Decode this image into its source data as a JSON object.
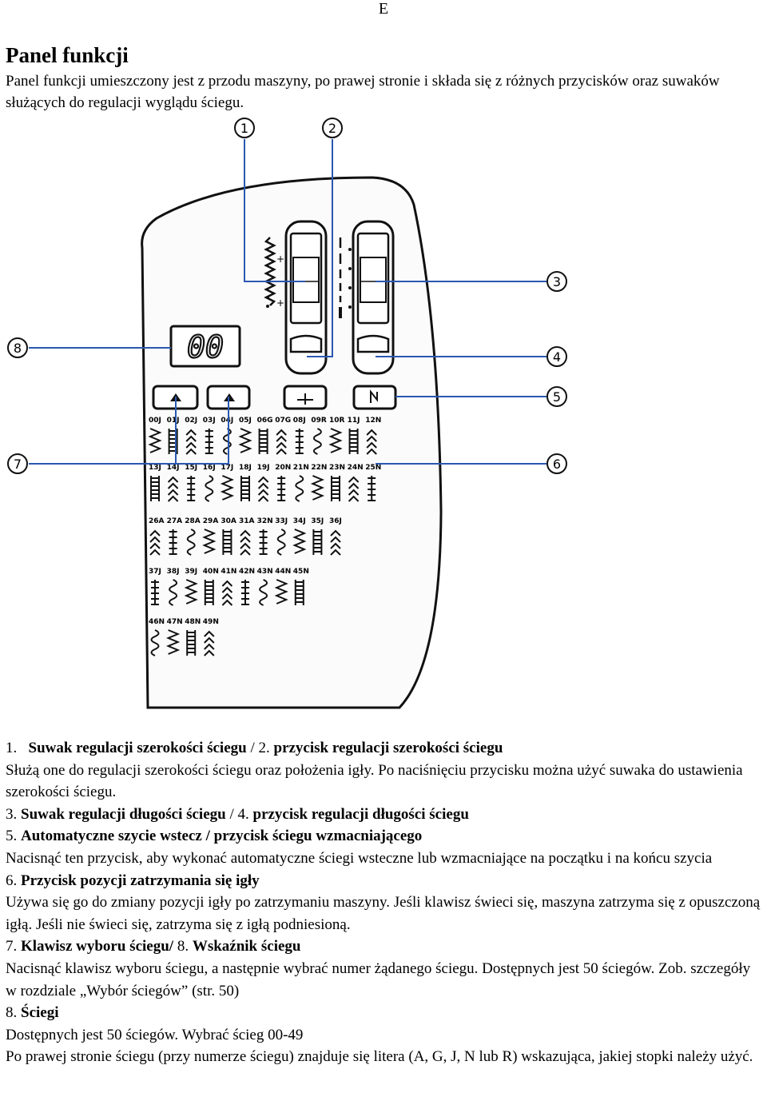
{
  "page_mark": "E",
  "title": "Panel funkcji",
  "intro": "Panel funkcji umieszczony jest z przodu maszyny, po prawej stronie i składa się z różnych przycisków oraz suwaków służących do regulacji wyglądu ściegu.",
  "callouts": [
    "1",
    "2",
    "3",
    "4",
    "5",
    "6",
    "7",
    "8"
  ],
  "display_value": "00",
  "stitch_rows": [
    [
      "00J",
      "01J",
      "02J",
      "03J",
      "04J",
      "05J",
      "06G",
      "07G",
      "08J",
      "09R",
      "10R",
      "11J",
      "12N"
    ],
    [
      "13J",
      "14J",
      "15J",
      "16J",
      "17J",
      "18J",
      "19J",
      "20N",
      "21N",
      "22N",
      "23N",
      "24N",
      "25N"
    ],
    [
      "26A",
      "27A",
      "28A",
      "29A",
      "30A",
      "31A",
      "32N",
      "33J",
      "34J",
      "35J",
      "36J"
    ],
    [
      "37J",
      "38J",
      "39J",
      "40N",
      "41N",
      "42N",
      "43N",
      "44N",
      "45N"
    ],
    [
      "46N",
      "47N",
      "48N",
      "49N"
    ]
  ],
  "items": [
    {
      "n1": "1.",
      "b1": "Suwak regulacji szerokości ściegu",
      "sep": " / ",
      "n2": "2.",
      "b2": "przycisk regulacji szerokości ściegu",
      "desc": "Służą one do regulacji szerokości ściegu oraz położenia igły. Po naciśnięciu przycisku można użyć suwaka do ustawienia szerokości ściegu."
    },
    {
      "n1": "3.",
      "b1": "Suwak regulacji długości ściegu",
      "sep": " / ",
      "n2": "4.",
      "b2": "przycisk regulacji długości ściegu"
    },
    {
      "n1": "5.",
      "b1": "Automatyczne szycie wstecz / przycisk ściegu wzmacniającego",
      "desc": "Nacisnąć ten przycisk, aby wykonać automatyczne ściegi wsteczne lub wzmacniające na początku i na końcu szycia"
    },
    {
      "n1": "6.",
      "b1": "Przycisk pozycji zatrzymania się igły",
      "desc": "Używa się go do zmiany pozycji igły po zatrzymaniu maszyny. Jeśli klawisz świeci się, maszyna zatrzyma się z opuszczoną igłą. Jeśli nie świeci się, zatrzyma się z igłą podniesioną."
    },
    {
      "n1": "7.",
      "b1": "Klawisz wyboru ściegu/",
      "n2": "8.",
      "b2": "Wskaźnik ściegu",
      "desc": "Nacisnąć klawisz wyboru ściegu, a następnie wybrać numer żądanego ściegu. Dostępnych jest 50 ściegów. Zob. szczegóły w rozdziale „Wybór ściegów” (str. 50)"
    },
    {
      "n1": "8.",
      "b1": "Ściegi",
      "desc": "Dostępnych jest 50 ściegów. Wybrać ścieg 00-49",
      "desc2": "Po prawej stronie ściegu (przy numerze ściegu) znajduje się litera (A, G, J, N lub R) wskazująca, jakiej stopki należy użyć."
    }
  ]
}
